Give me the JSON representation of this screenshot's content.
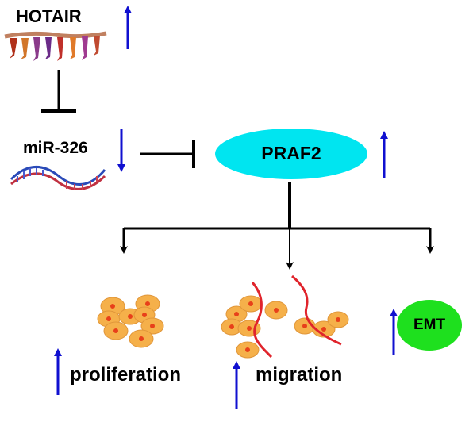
{
  "nodes": {
    "hotair": "HOTAIR",
    "mir": "miR-326",
    "praf2": "PRAF2",
    "emt": "EMT"
  },
  "outcomes": {
    "proliferation": "proliferation",
    "migration": "migration"
  },
  "colors": {
    "up_arrow": "#1010d0",
    "down_arrow": "#1010d0",
    "praf2_fill": "#00e5f0",
    "emt_fill": "#1ee01e",
    "cell_fill": "#f5b04a",
    "cell_nucleus": "#e8401a",
    "fiber": "#e0242c",
    "connector": "#000000"
  },
  "trends": {
    "hotair": "up",
    "mir": "down",
    "praf2": "up",
    "proliferation": "up",
    "migration": "up",
    "emt": "up"
  },
  "icons": [
    "rna-strand-icon",
    "microrna-helix-icon",
    "cell-cluster-icon",
    "migrating-cells-icon"
  ]
}
